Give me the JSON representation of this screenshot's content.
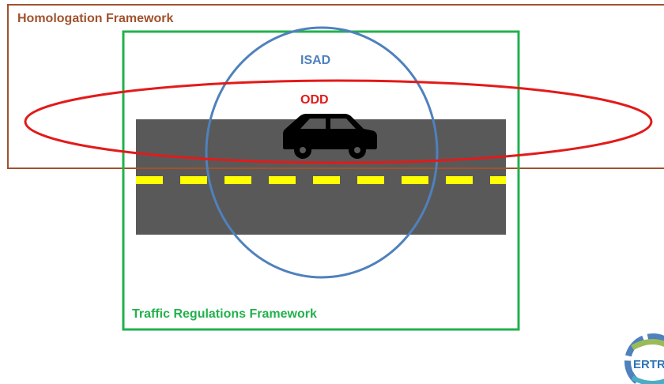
{
  "diagram": {
    "homologation_label": "Homologation Framework",
    "traffic_label": "Traffic Regulations Framework",
    "isad_label": "ISAD",
    "odd_label": "ODD",
    "logo_text": "ERTRA",
    "colors": {
      "homologation": "#a0522d",
      "traffic": "#22b14c",
      "isad": "#4f81bd",
      "odd": "#e31a1a",
      "road": "#595959",
      "lane_marking": "#ffff00",
      "car": "#000000",
      "logo_text": "#2e75b6"
    },
    "icons": [
      "car-icon",
      "ertra-logo"
    ]
  }
}
